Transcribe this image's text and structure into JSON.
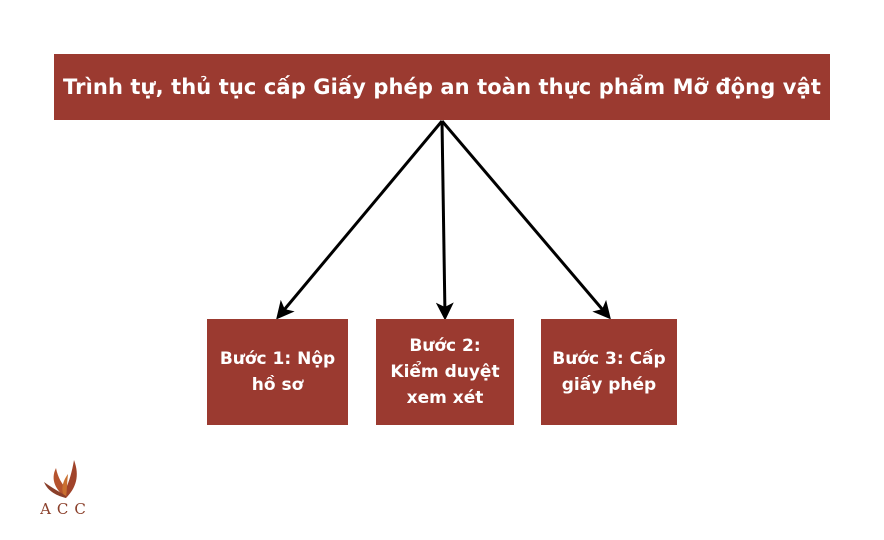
{
  "title": "Trình tự, thủ tục cấp Giấy phép an toàn thực phẩm Mỡ động vật",
  "steps": [
    {
      "label": "Bước 1: Nộp hồ sơ"
    },
    {
      "label": "Bước 2: Kiểm duyệt xem xét"
    },
    {
      "label": "Bước 3: Cấp giấy phép"
    }
  ],
  "logo": {
    "text": "ACC",
    "icon": "flame-leaf-icon"
  },
  "colors": {
    "box_fill": "#9b3a30",
    "box_text": "#ffffff",
    "arrow": "#000000",
    "logo": "#8a3f2a"
  }
}
